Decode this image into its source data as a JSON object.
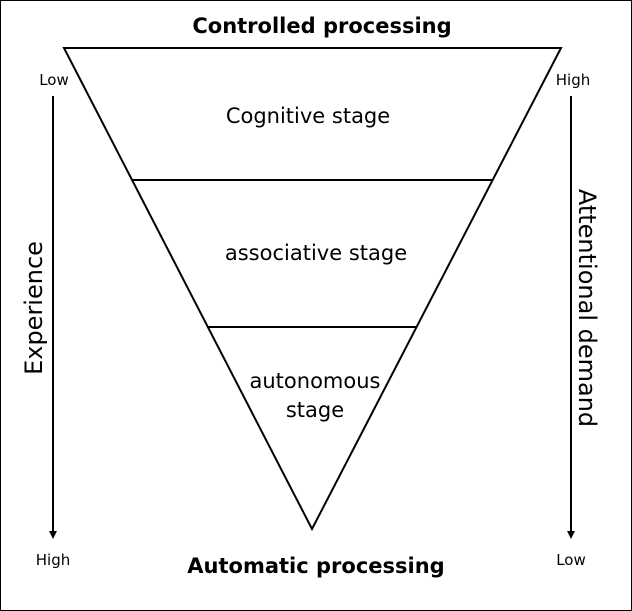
{
  "diagram": {
    "top_title": "Controlled processing",
    "bottom_title": "Automatic processing",
    "stages": {
      "cognitive": "Cognitive stage",
      "associative": "associative stage",
      "autonomous_line1": "autonomous",
      "autonomous_line2": "stage"
    },
    "left_axis": {
      "name": "Experience",
      "top_label": "Low",
      "bottom_label": "High"
    },
    "right_axis": {
      "name": "Attentional demand",
      "top_label": "High",
      "bottom_label": "Low"
    },
    "colors": {
      "stroke": "#000000",
      "background": "#ffffff"
    }
  }
}
